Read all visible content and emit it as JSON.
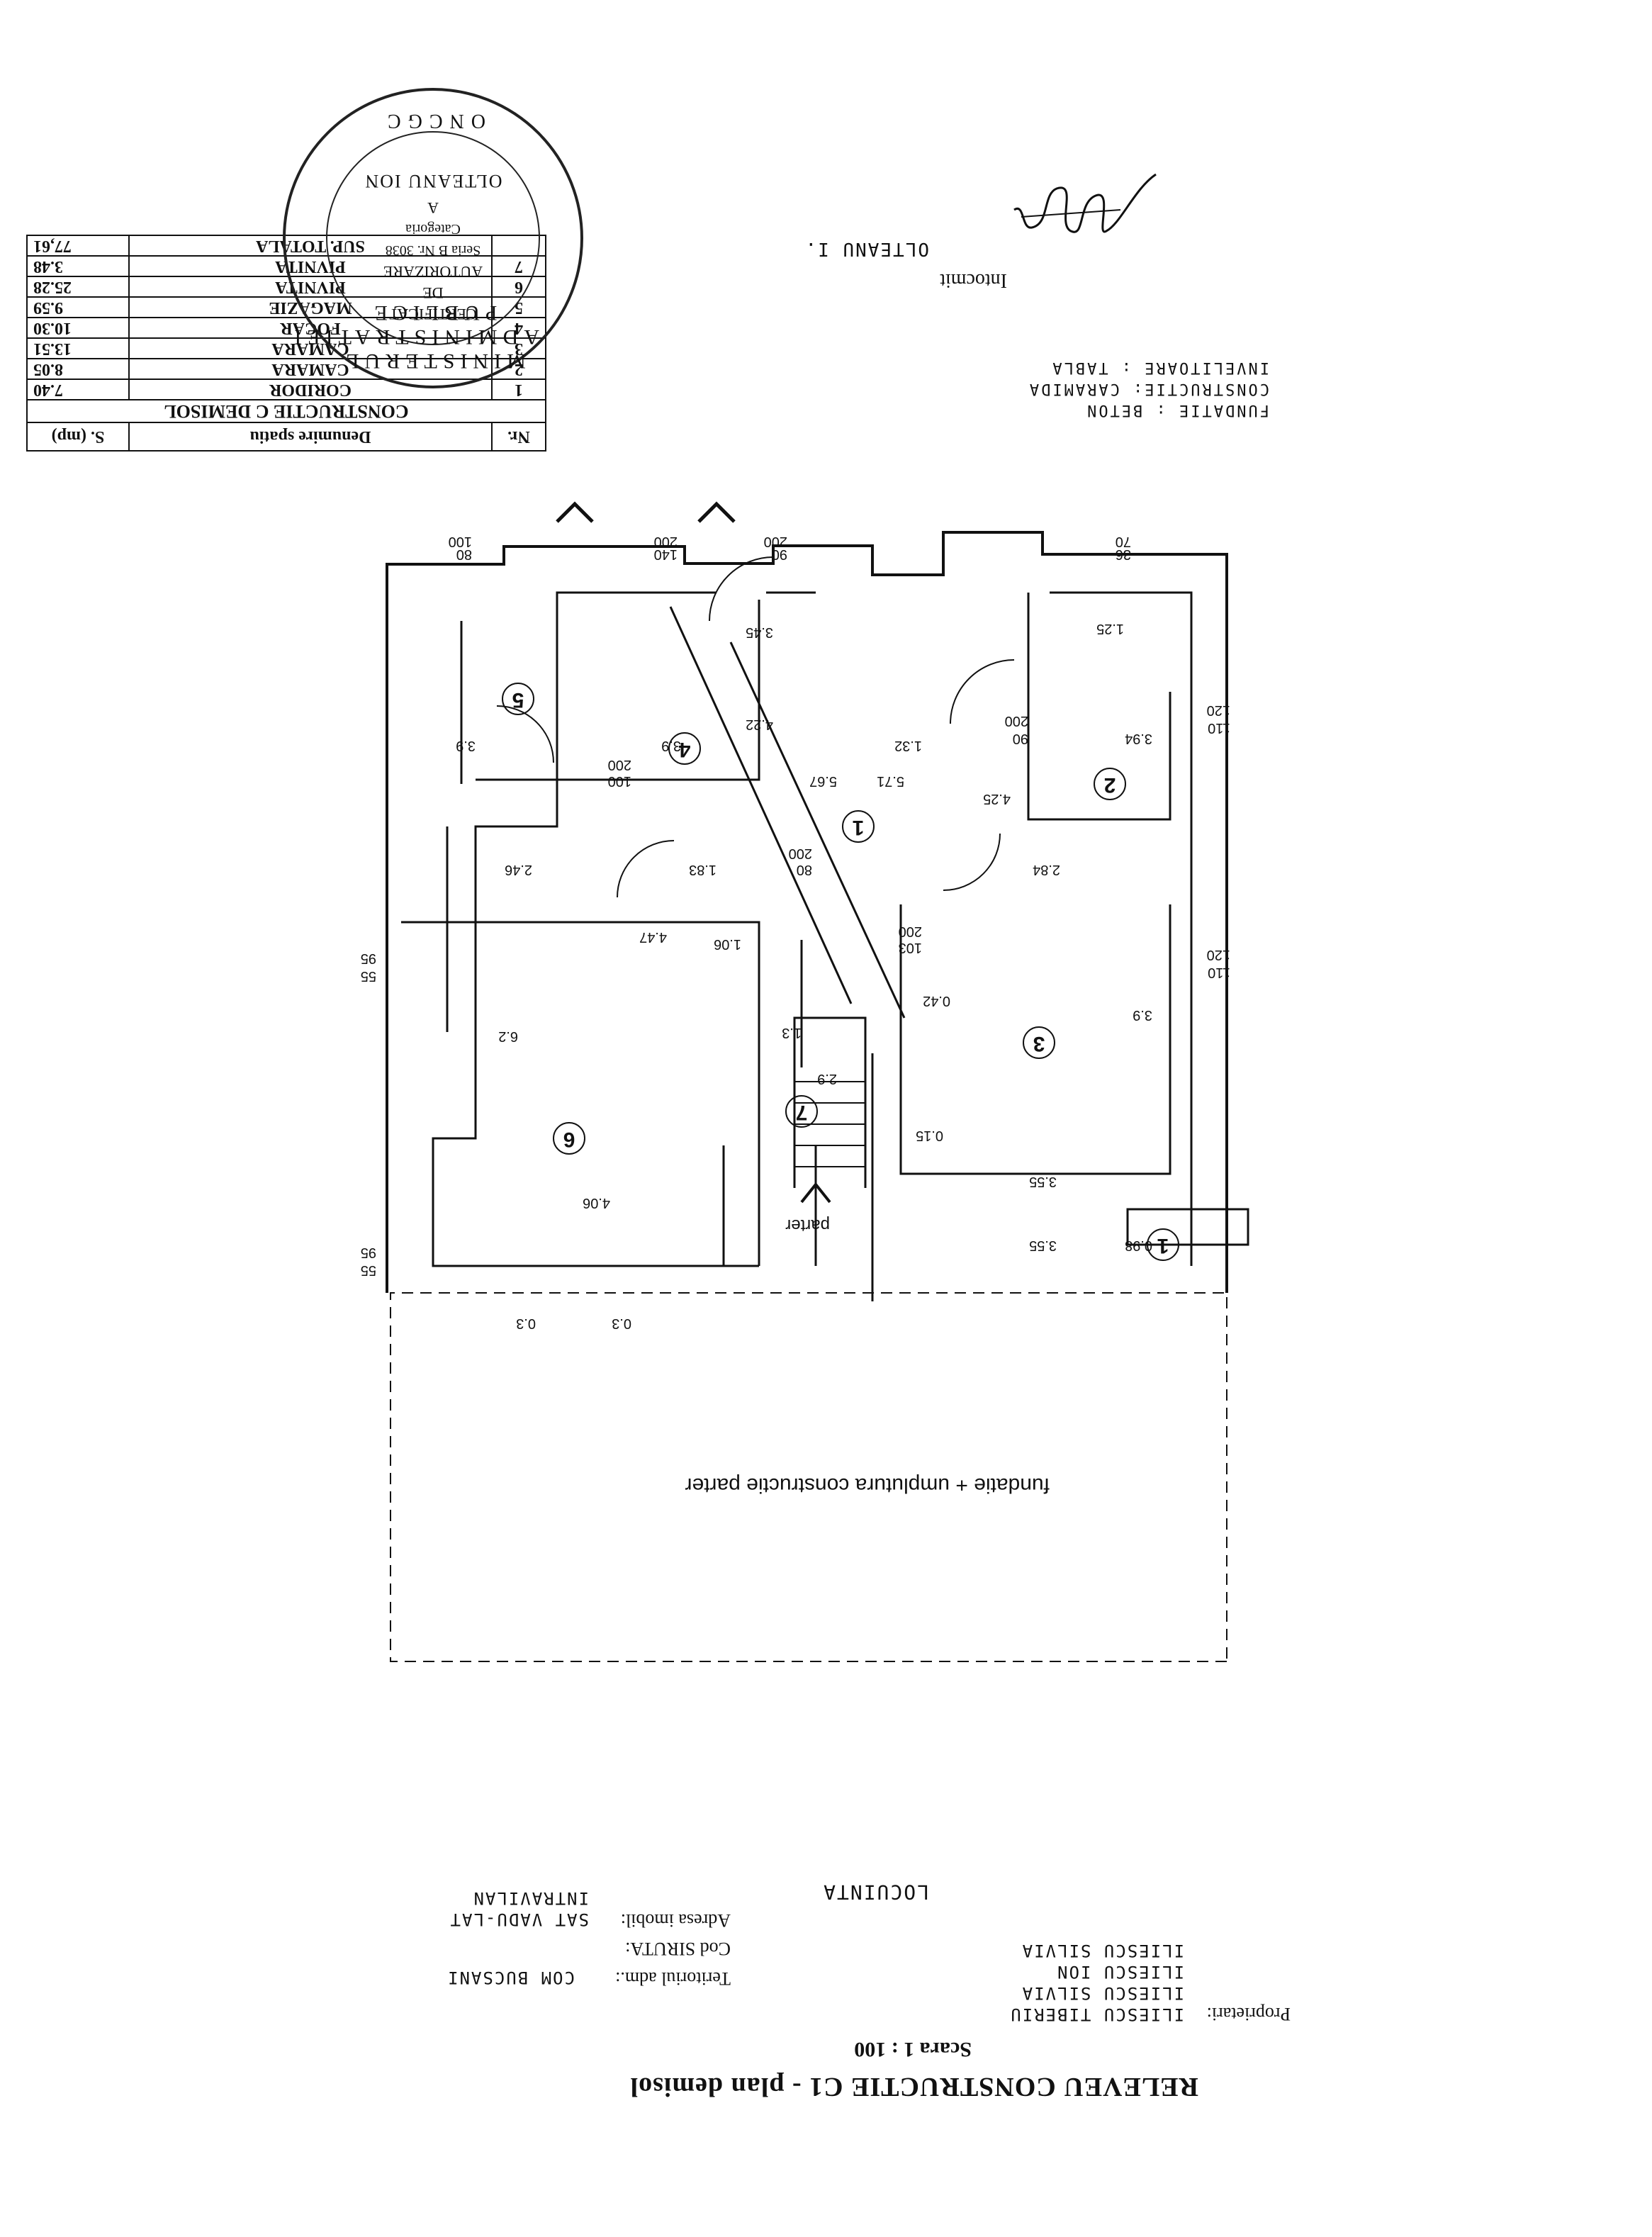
{
  "title": "RELEVEU CONSTRUCTIE C1 - plan demisol",
  "scale": "Scara 1 : 100",
  "owners": {
    "label": "Proprietari:",
    "names": [
      "ILIESCU TIBERIU",
      "ILIESCU SILVIA",
      "ILIESCU ION",
      "ILIESCU SILVIA"
    ]
  },
  "location": {
    "territory_label": "Teritoriul adm.:",
    "territory_value": "COM BUCSANI",
    "siruta_label": "Cod SIRUTA:",
    "address_label": "Adresa imobil:",
    "address_value": "SAT VADU-LAT",
    "address_value_2": "INTRAVILAN"
  },
  "destination": "LOCUINTA",
  "area_table": {
    "header_nr": "Nr.",
    "header_name": "Denumire spatiu",
    "header_area": "S. (mp)",
    "group": "CONSTRUCTIE C   DEMISOL",
    "rows": [
      {
        "nr": "1",
        "name": "CORIDOR",
        "area": "7.40"
      },
      {
        "nr": "2",
        "name": "CAMARA",
        "area": "8.05"
      },
      {
        "nr": "3",
        "name": "CAMARA",
        "area": "13.51"
      },
      {
        "nr": "4",
        "name": "FOCAR",
        "area": "10.30"
      },
      {
        "nr": "5",
        "name": "MAGAZIE",
        "area": "9.59"
      },
      {
        "nr": "6",
        "name": "PIVNITA",
        "area": "25.28"
      },
      {
        "nr": "7",
        "name": "PIVNITA",
        "area": "3.48"
      }
    ],
    "total_label": "SUP. TOTALA",
    "total_value": "77,61"
  },
  "construction_notes": [
    "FUNDATIE : BETON",
    "CONSTRUCTIE: CARAMIDA",
    "INVELITOARE : TABLA"
  ],
  "prepared_by": "Intocmit",
  "prepared_name": "OLTEANU I.",
  "stamp": {
    "ring": "MINISTERUL ADMINISTRATIEI PUBLICE",
    "ring_top": "ONCGC",
    "lines": [
      "CERTIFICAT",
      "DE",
      "AUTORIZARE",
      "Seria B Nr. 3038",
      "Categoria",
      "A",
      "OLTEANU ION"
    ]
  },
  "plan": {
    "foundation_note": "fundatie + umplutura constructie parter",
    "parter_label": "parter",
    "rooms": [
      "1",
      "2",
      "3",
      "4",
      "5",
      "6",
      "7",
      "1"
    ],
    "dims": {
      "d_80": "80",
      "d_100": "100",
      "d_140": "140",
      "d_200a": "200",
      "d_90": "90",
      "d_200b": "200",
      "d_36": "36",
      "d_70": "70",
      "d_345": "3.45",
      "d_125": "1.25",
      "d_39a": "3.9",
      "d_39b": "3.9",
      "d_422": "4.22",
      "d_132": "1.32",
      "d_567": "5.67",
      "d_571": "5.71",
      "d_425": "4.25",
      "d_394": "3.94",
      "d_90b": "90",
      "d_200c": "200",
      "d_246": "2.46",
      "d_183": "1.83",
      "d_284": "2.84",
      "d_80b": "80",
      "d_200d": "200",
      "d_100b": "100",
      "d_200e": "200",
      "d_110a": "110",
      "d_120a": "120",
      "d_447": "4.47",
      "d_106": "1.06",
      "d_103": "103",
      "d_200f": "200",
      "d_042": "0.42",
      "d_13": "1.3",
      "d_39c": "3.9",
      "d_62": "6.2",
      "d_015": "0.15",
      "d_355a": "3.55",
      "d_406": "4.06",
      "d_355b": "3.55",
      "d_098": "0.98",
      "d_110b": "110",
      "d_120b": "120",
      "d_03a": "0.3",
      "d_03b": "0.3",
      "d_55": "55",
      "d_95a": "95",
      "d_55b": "55",
      "d_95b": "95",
      "d_29": "2.9"
    }
  }
}
